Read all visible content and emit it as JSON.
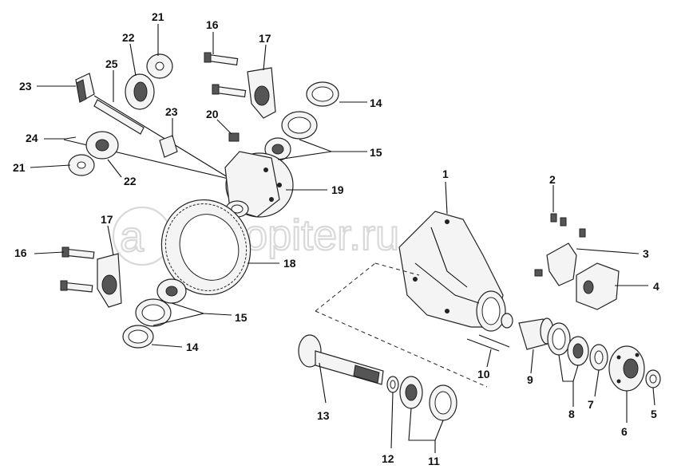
{
  "watermark": "autopiter.ru",
  "callouts": [
    "1",
    "2",
    "3",
    "4",
    "5",
    "6",
    "7",
    "8",
    "9",
    "10",
    "11",
    "12",
    "13",
    "14",
    "14",
    "15",
    "15",
    "16",
    "16",
    "17",
    "17",
    "18",
    "19",
    "20",
    "21",
    "21",
    "22",
    "22",
    "23",
    "23",
    "24",
    "25"
  ],
  "colors": {
    "ink": "#111111",
    "watermark": "#d9d9d9",
    "background": "#ffffff"
  }
}
